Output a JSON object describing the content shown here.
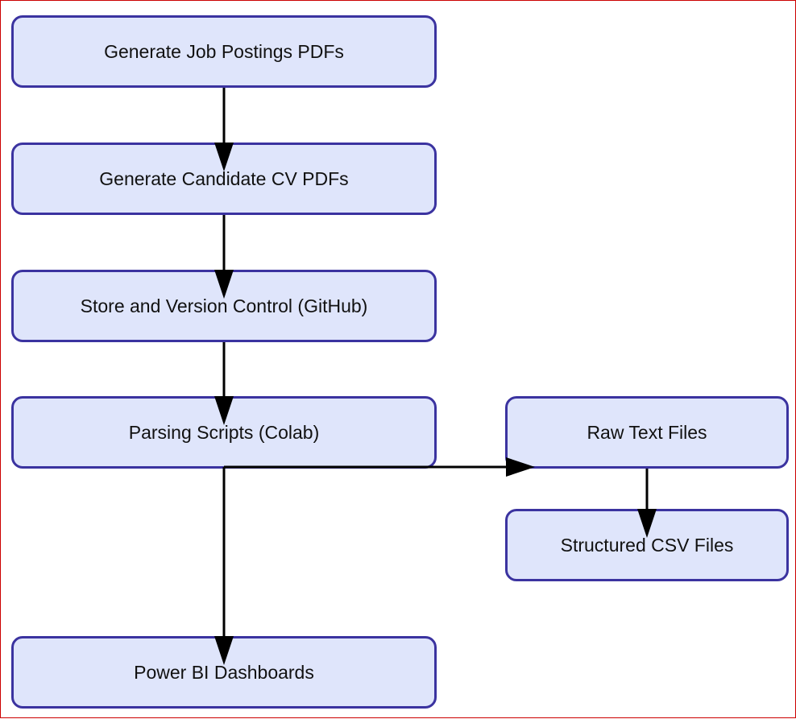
{
  "nodes": {
    "generate_jobs": "Generate Job Postings PDFs",
    "generate_cvs": "Generate Candidate CV PDFs",
    "store_version": "Store and Version Control (GitHub)",
    "parsing": "Parsing Scripts (Colab)",
    "raw_text": "Raw Text Files",
    "structured_csv": "Structured CSV Files",
    "powerbi": "Power BI Dashboards"
  },
  "edges": [
    {
      "from": "generate_jobs",
      "to": "generate_cvs"
    },
    {
      "from": "generate_cvs",
      "to": "store_version"
    },
    {
      "from": "store_version",
      "to": "parsing"
    },
    {
      "from": "parsing",
      "to": "raw_text"
    },
    {
      "from": "raw_text",
      "to": "structured_csv"
    },
    {
      "from": "parsing",
      "to": "powerbi"
    }
  ],
  "colors": {
    "node_fill": "#dfe5fb",
    "node_border": "#3b33a0",
    "edge": "#000000",
    "frame": "#cc0000"
  }
}
